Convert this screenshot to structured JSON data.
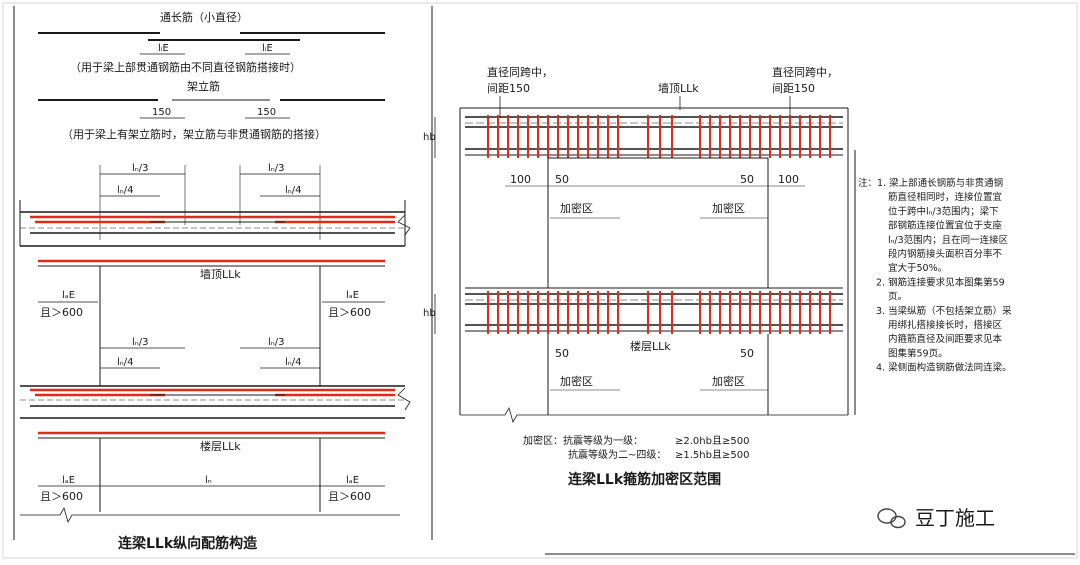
{
  "left": {
    "through_bar": "通长筋（小直径）",
    "l_le": "lₗE",
    "note_splice": "（用于梁上部贯通钢筋由不同直径钢筋搭接时）",
    "erection_bar": "架立筋",
    "d150": "150",
    "note_erection": "（用于梁上有架立筋时，架立筋与非贯通钢筋的搭接）",
    "ln3": "lₙ/3",
    "ln4": "lₙ/4",
    "wall_top": "墙顶LLk",
    "floor": "楼层LLk",
    "lae": "lₐE",
    "gt600": "且＞600",
    "ln": "lₙ",
    "title": "连梁LLk纵向配筋构造"
  },
  "right": {
    "same_span_l1": "直径同跨中，",
    "same_span_l2": "间距150",
    "wall_top": "墙顶LLk",
    "floor": "楼层LLk",
    "hb": "hb",
    "d100": "100",
    "d50": "50",
    "dense": "加密区",
    "rule_label": "加密区：抗震等级为一级：",
    "rule1": "≥2.0hb且≥500",
    "rule2_label": "抗震等级为二~四级：",
    "rule2": "≥1.5hb且≥500",
    "title": "连梁LLk箍筋加密区范围"
  },
  "notes": [
    "注：1. 梁上部通长钢筋与非贯通钢",
    "筋直径相同时，连接位置宜",
    "位于跨中lₙ/3范围内；梁下",
    "部钢筋连接位置宜位于支座",
    "lₙ/3范围内；且在同一连接区",
    "段内钢筋接头面积百分率不",
    "宜大于50%。",
    "2. 钢筋连接要求见本图集第59",
    "页。",
    "3. 当梁纵筋（不包括架立筋）采",
    "用绑扎搭接接长时，搭接区",
    "内箍筋直径及间距要求见本",
    "图集第59页。",
    "4. 梁侧面构造钢筋做法同连梁。"
  ],
  "watermark": "豆丁施工",
  "colors": {
    "rebar": "#e02a1a",
    "line": "#1a1a1a",
    "bg": "#ffffff"
  }
}
